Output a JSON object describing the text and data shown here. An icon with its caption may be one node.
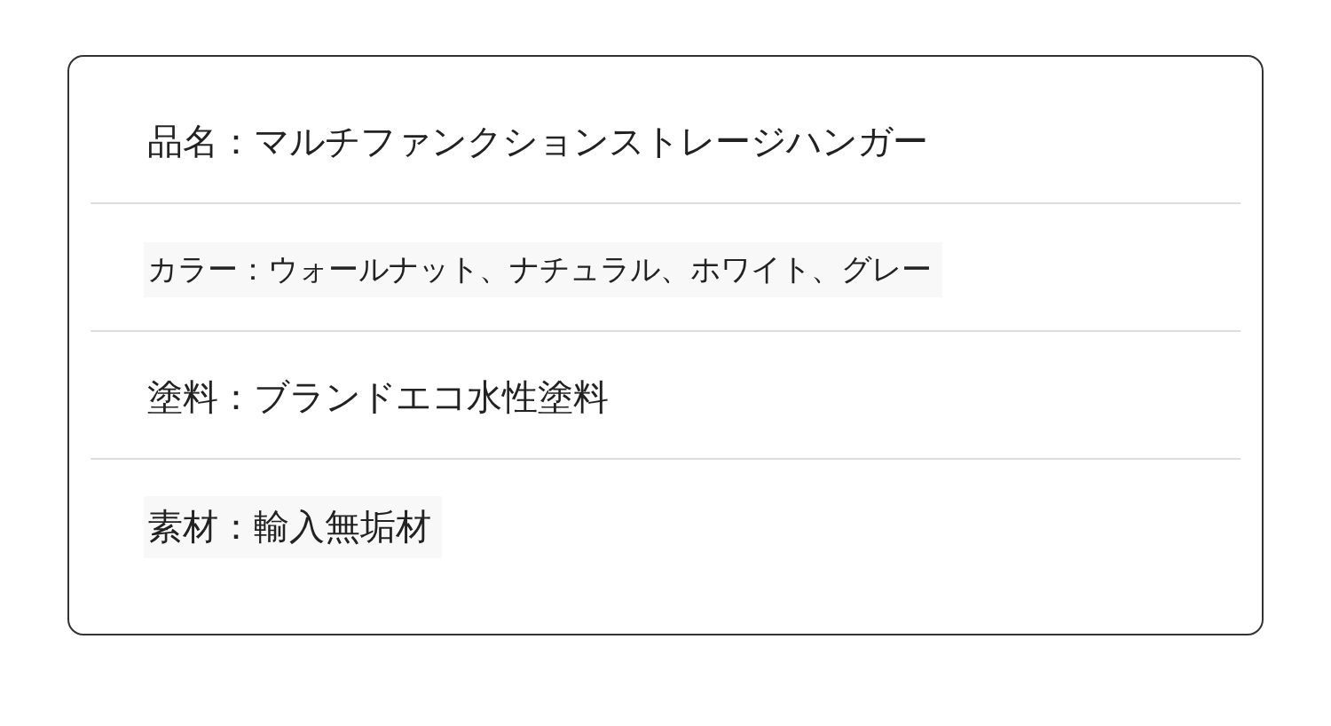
{
  "diagram": {
    "labels": [
      "品名：マルチファンクションストレージハンガー",
      "カラー：ウォールナット、ナチュラル、ホワイト、グレー",
      "塗料：ブランドエコ水性塗料",
      "素材：輸入無垢材"
    ]
  }
}
